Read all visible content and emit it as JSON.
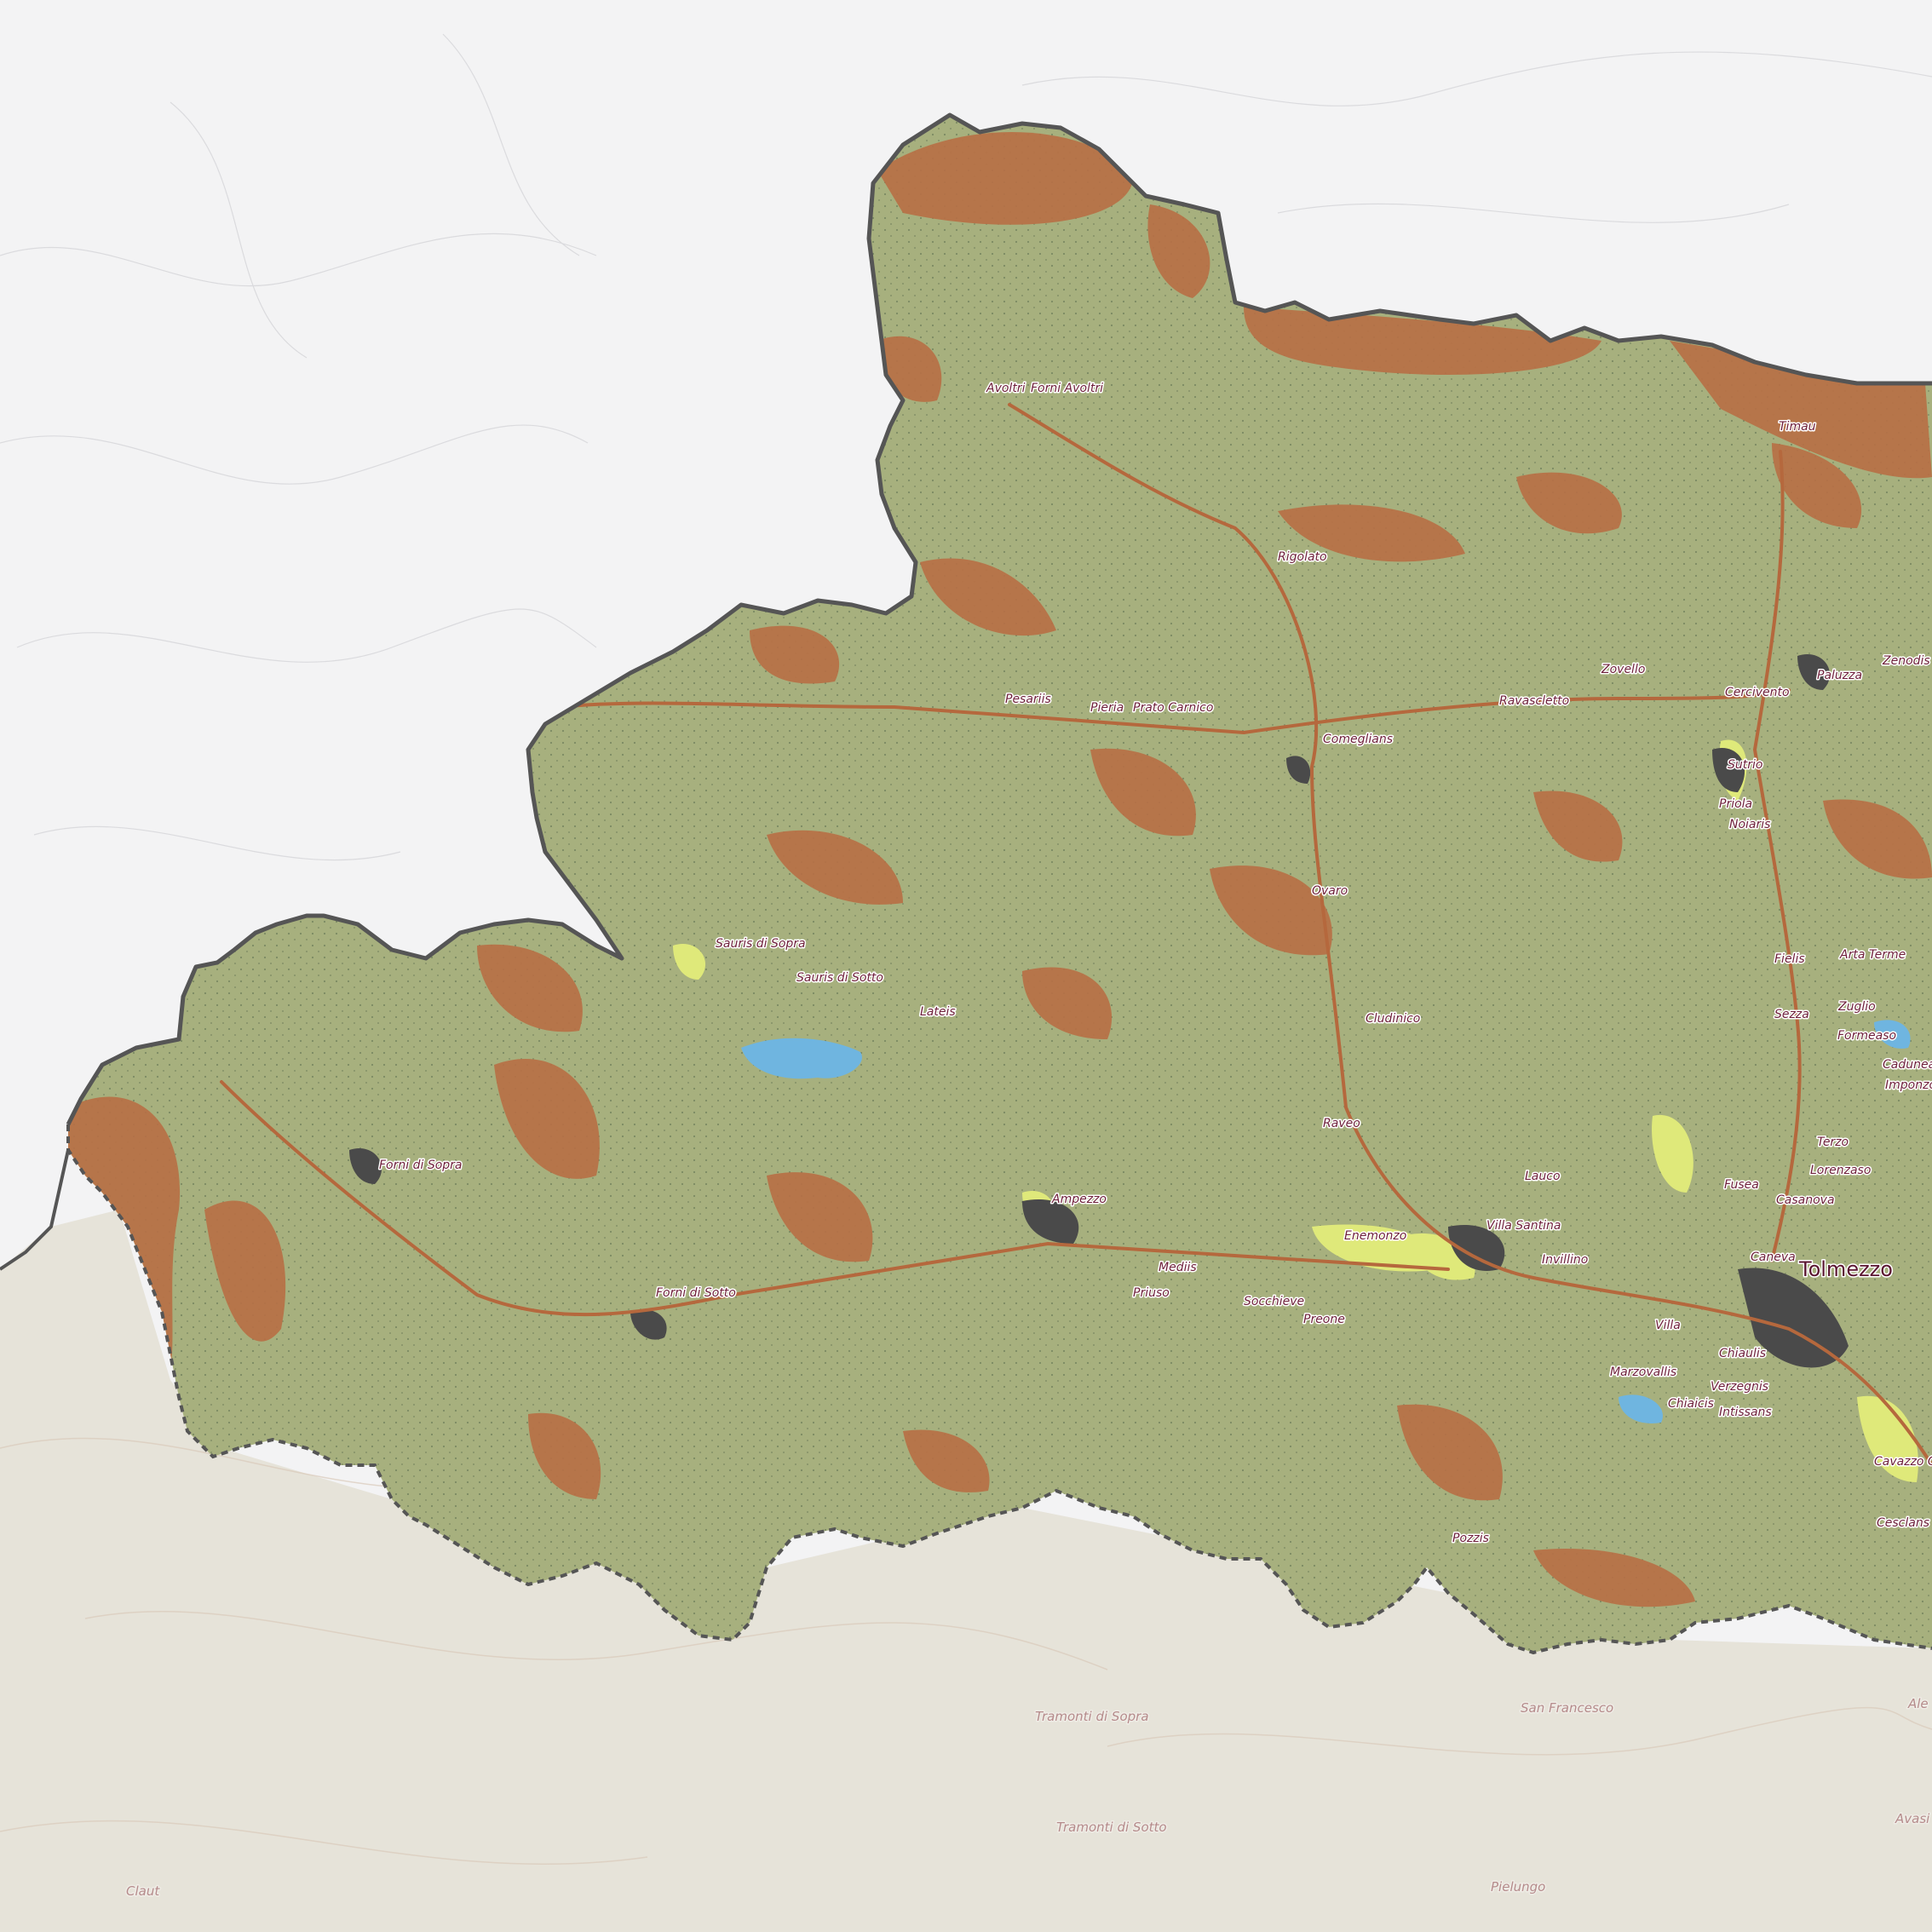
{
  "map": {
    "colors": {
      "background_north": "#f3f3f4",
      "background_south": "#e6e3d9",
      "meadow": "#a7b07e",
      "rock": "#b86f45",
      "urban": "#4a4a4a",
      "agriculture": "#dfe97a",
      "water": "#6fb5e0",
      "border_solid": "#555555",
      "border_dashed": "#555555",
      "road": "#b5683d",
      "label": "#6e1f3a"
    },
    "places": [
      {
        "name": "Avoltri",
        "kind": "village"
      },
      {
        "name": "Forni Avoltri",
        "kind": "village"
      },
      {
        "name": "Timau",
        "kind": "village"
      },
      {
        "name": "Rigolato",
        "kind": "village"
      },
      {
        "name": "Zovello",
        "kind": "village"
      },
      {
        "name": "Pesariis",
        "kind": "village"
      },
      {
        "name": "Pieria",
        "kind": "village"
      },
      {
        "name": "Prato Carnico",
        "kind": "village"
      },
      {
        "name": "Comeglians",
        "kind": "village"
      },
      {
        "name": "Ravascletto",
        "kind": "village"
      },
      {
        "name": "Cercivento",
        "kind": "village"
      },
      {
        "name": "Paluzza",
        "kind": "village"
      },
      {
        "name": "Zenodis",
        "kind": "village"
      },
      {
        "name": "Sutrio",
        "kind": "village"
      },
      {
        "name": "Priola",
        "kind": "village"
      },
      {
        "name": "Noiaris",
        "kind": "village"
      },
      {
        "name": "Ovaro",
        "kind": "village"
      },
      {
        "name": "Sauris di Sopra",
        "kind": "village"
      },
      {
        "name": "Sauris di Sotto",
        "kind": "village"
      },
      {
        "name": "Lateis",
        "kind": "village"
      },
      {
        "name": "Cludinico",
        "kind": "village"
      },
      {
        "name": "Fielis",
        "kind": "village"
      },
      {
        "name": "Arta Terme",
        "kind": "village"
      },
      {
        "name": "Sezza",
        "kind": "village"
      },
      {
        "name": "Zuglio",
        "kind": "village"
      },
      {
        "name": "Formeaso",
        "kind": "village"
      },
      {
        "name": "Cadunea",
        "kind": "village"
      },
      {
        "name": "Imponzo",
        "kind": "village"
      },
      {
        "name": "Raveo",
        "kind": "village"
      },
      {
        "name": "Forni di Sopra",
        "kind": "village"
      },
      {
        "name": "Terzo",
        "kind": "village"
      },
      {
        "name": "Lorenzaso",
        "kind": "village"
      },
      {
        "name": "Lauco",
        "kind": "village"
      },
      {
        "name": "Fusea",
        "kind": "village"
      },
      {
        "name": "Casanova",
        "kind": "village"
      },
      {
        "name": "Ampezzo",
        "kind": "village"
      },
      {
        "name": "Villa Santina",
        "kind": "village"
      },
      {
        "name": "Enemonzo",
        "kind": "village"
      },
      {
        "name": "Invillino",
        "kind": "village"
      },
      {
        "name": "Caneva",
        "kind": "village"
      },
      {
        "name": "Tolmezzo",
        "kind": "town"
      },
      {
        "name": "Mediis",
        "kind": "village"
      },
      {
        "name": "Forni di Sotto",
        "kind": "village"
      },
      {
        "name": "Priuso",
        "kind": "village"
      },
      {
        "name": "Socchieve",
        "kind": "village"
      },
      {
        "name": "Preone",
        "kind": "village"
      },
      {
        "name": "Villa",
        "kind": "village"
      },
      {
        "name": "Chiaulis",
        "kind": "village"
      },
      {
        "name": "Marzovallis",
        "kind": "village"
      },
      {
        "name": "Verzegnis",
        "kind": "village"
      },
      {
        "name": "Chiaicis",
        "kind": "village"
      },
      {
        "name": "Intissans",
        "kind": "village"
      },
      {
        "name": "Cavazzo C",
        "kind": "village"
      },
      {
        "name": "Cesclans",
        "kind": "village"
      },
      {
        "name": "Pozzis",
        "kind": "village"
      },
      {
        "name": "Tramonti di Sopra",
        "kind": "outside"
      },
      {
        "name": "San Francesco",
        "kind": "outside"
      },
      {
        "name": "Tramonti di Sotto",
        "kind": "outside"
      },
      {
        "name": "Claut",
        "kind": "outside"
      },
      {
        "name": "Pielungo",
        "kind": "outside"
      },
      {
        "name": "Ale",
        "kind": "outside"
      },
      {
        "name": "Avasi",
        "kind": "outside"
      }
    ]
  }
}
